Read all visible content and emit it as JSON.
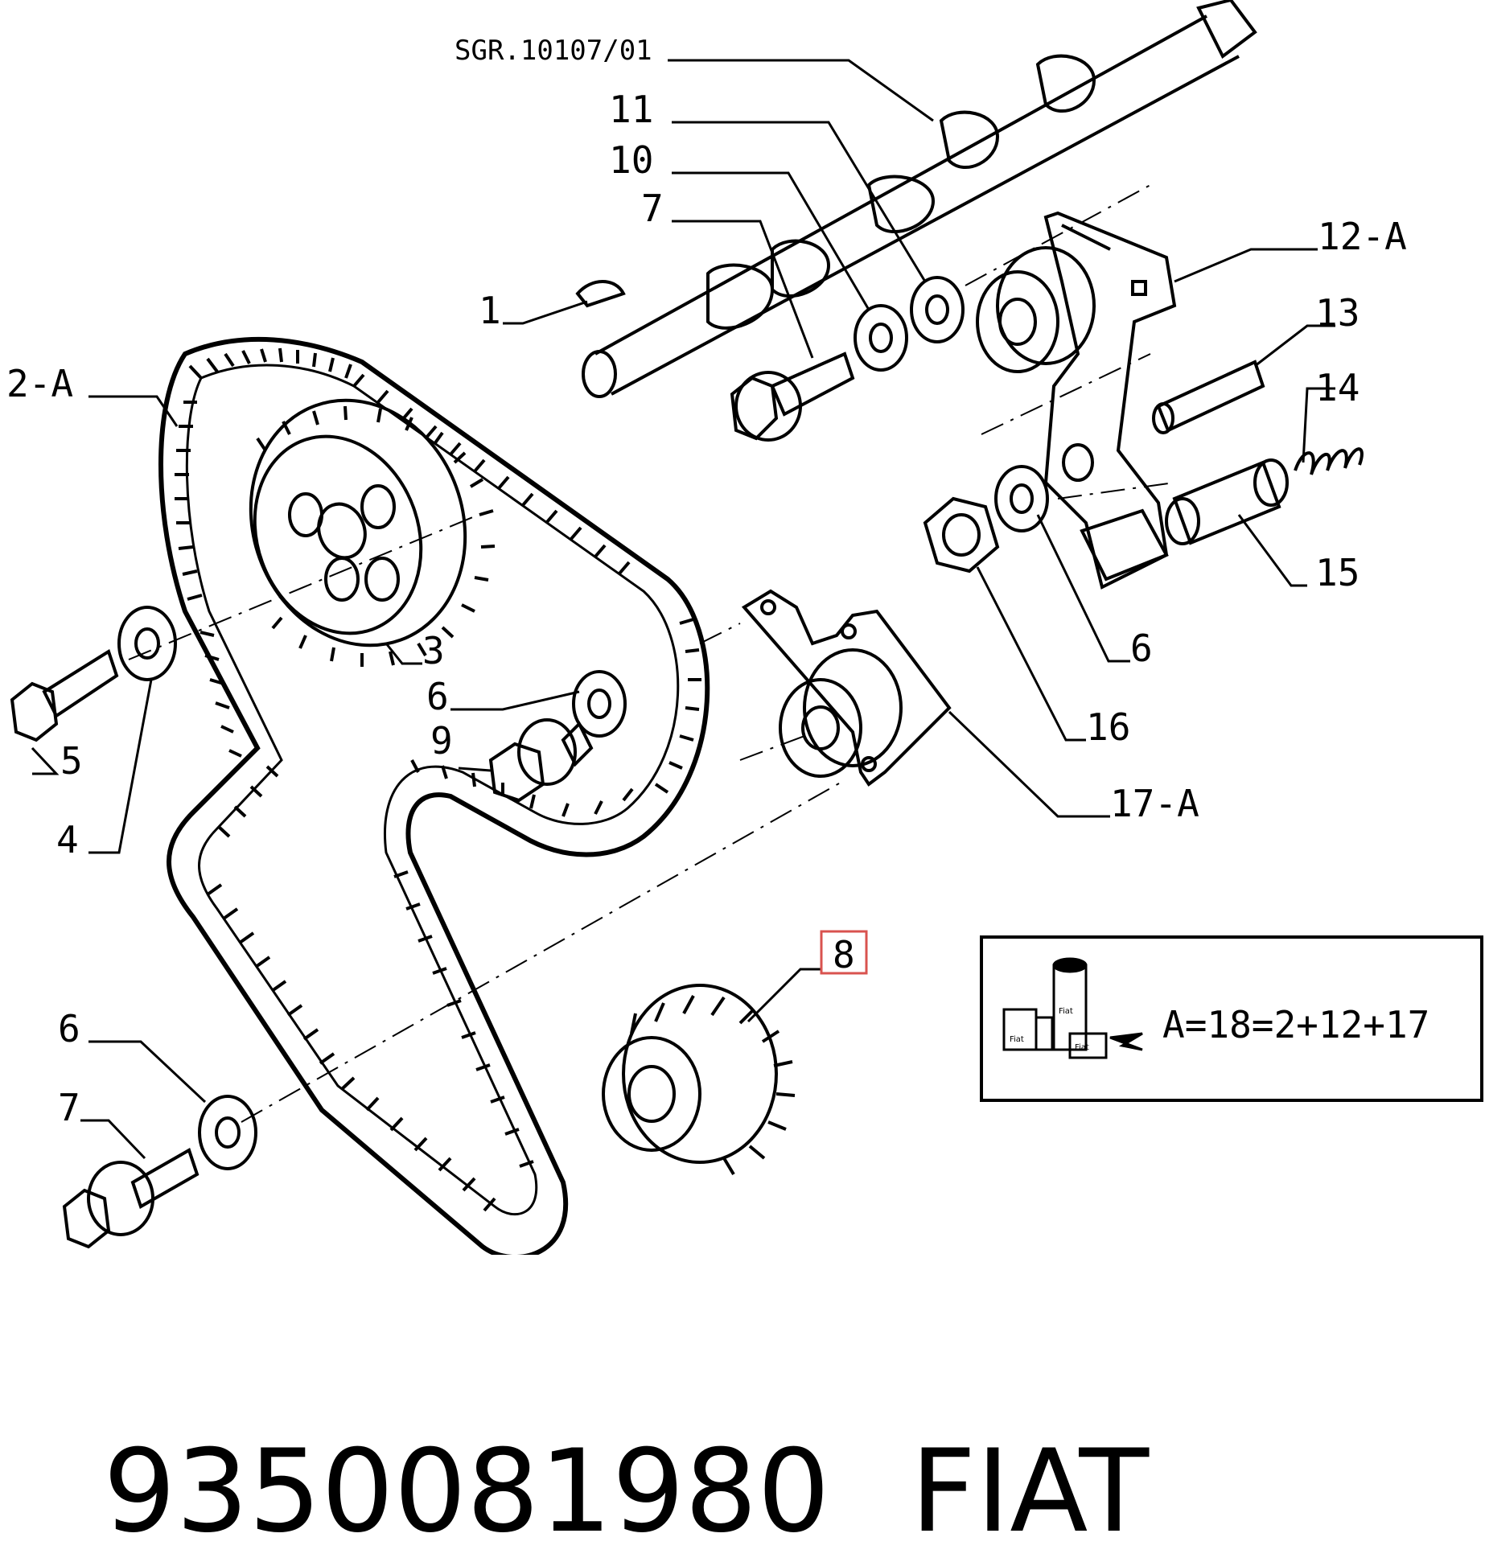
{
  "diagram": {
    "reference": "SGR.10107/01",
    "callouts": {
      "c11": "11",
      "c10": "10",
      "c7a": "7",
      "c1": "1",
      "c2a": "2-A",
      "c12a": "12-A",
      "c13": "13",
      "c14": "14",
      "c15": "15",
      "c6a": "6",
      "c16": "16",
      "c3": "3",
      "c6b": "6",
      "c9": "9",
      "c5": "5",
      "c4": "4",
      "c17a": "17-A",
      "c8": "8",
      "c6c": "6",
      "c7b": "7"
    },
    "highlight_color": "#d9534f",
    "kit_formula": "A=18=2+12+17",
    "kit_box_labels": [
      "Fiat",
      "Fiat",
      "Fiat"
    ]
  },
  "footer": {
    "part_number": "9350081980",
    "brand": "FIAT"
  }
}
